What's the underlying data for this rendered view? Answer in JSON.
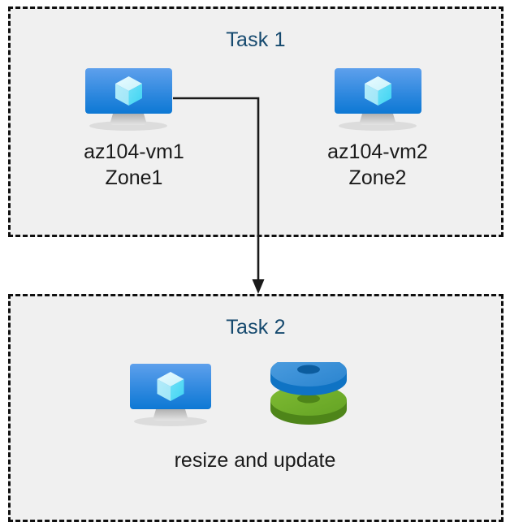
{
  "diagram": {
    "title": "Azure VM zones and resize/update task diagram",
    "background_color": "#ffffff",
    "box_fill_color": "#f0f0f0",
    "box_border_color": "#0f0f0f",
    "title_color": "#15496e",
    "label_color": "#1a1a1a",
    "connector_color": "#1a1a1a"
  },
  "task1": {
    "title": "Task 1",
    "nodes": [
      {
        "icon": "azure-virtual-machine-icon",
        "name": "az104-vm1",
        "zone": "Zone1",
        "label": "az104-vm1\nZone1"
      },
      {
        "icon": "azure-virtual-machine-icon",
        "name": "az104-vm2",
        "zone": "Zone2",
        "label": "az104-vm2\nZone2"
      }
    ]
  },
  "task2": {
    "title": "Task 2",
    "caption": "resize and update",
    "nodes": [
      {
        "icon": "azure-virtual-machine-icon",
        "label": ""
      },
      {
        "icon": "azure-managed-disks-icon",
        "label": "",
        "colors": {
          "top_disk": "#2f8ad4",
          "bottom_disk": "#6aa82a"
        }
      }
    ]
  },
  "connector": {
    "from": "az104-vm1",
    "to": "task2",
    "style": "elbow-arrow",
    "arrowhead": "down"
  }
}
